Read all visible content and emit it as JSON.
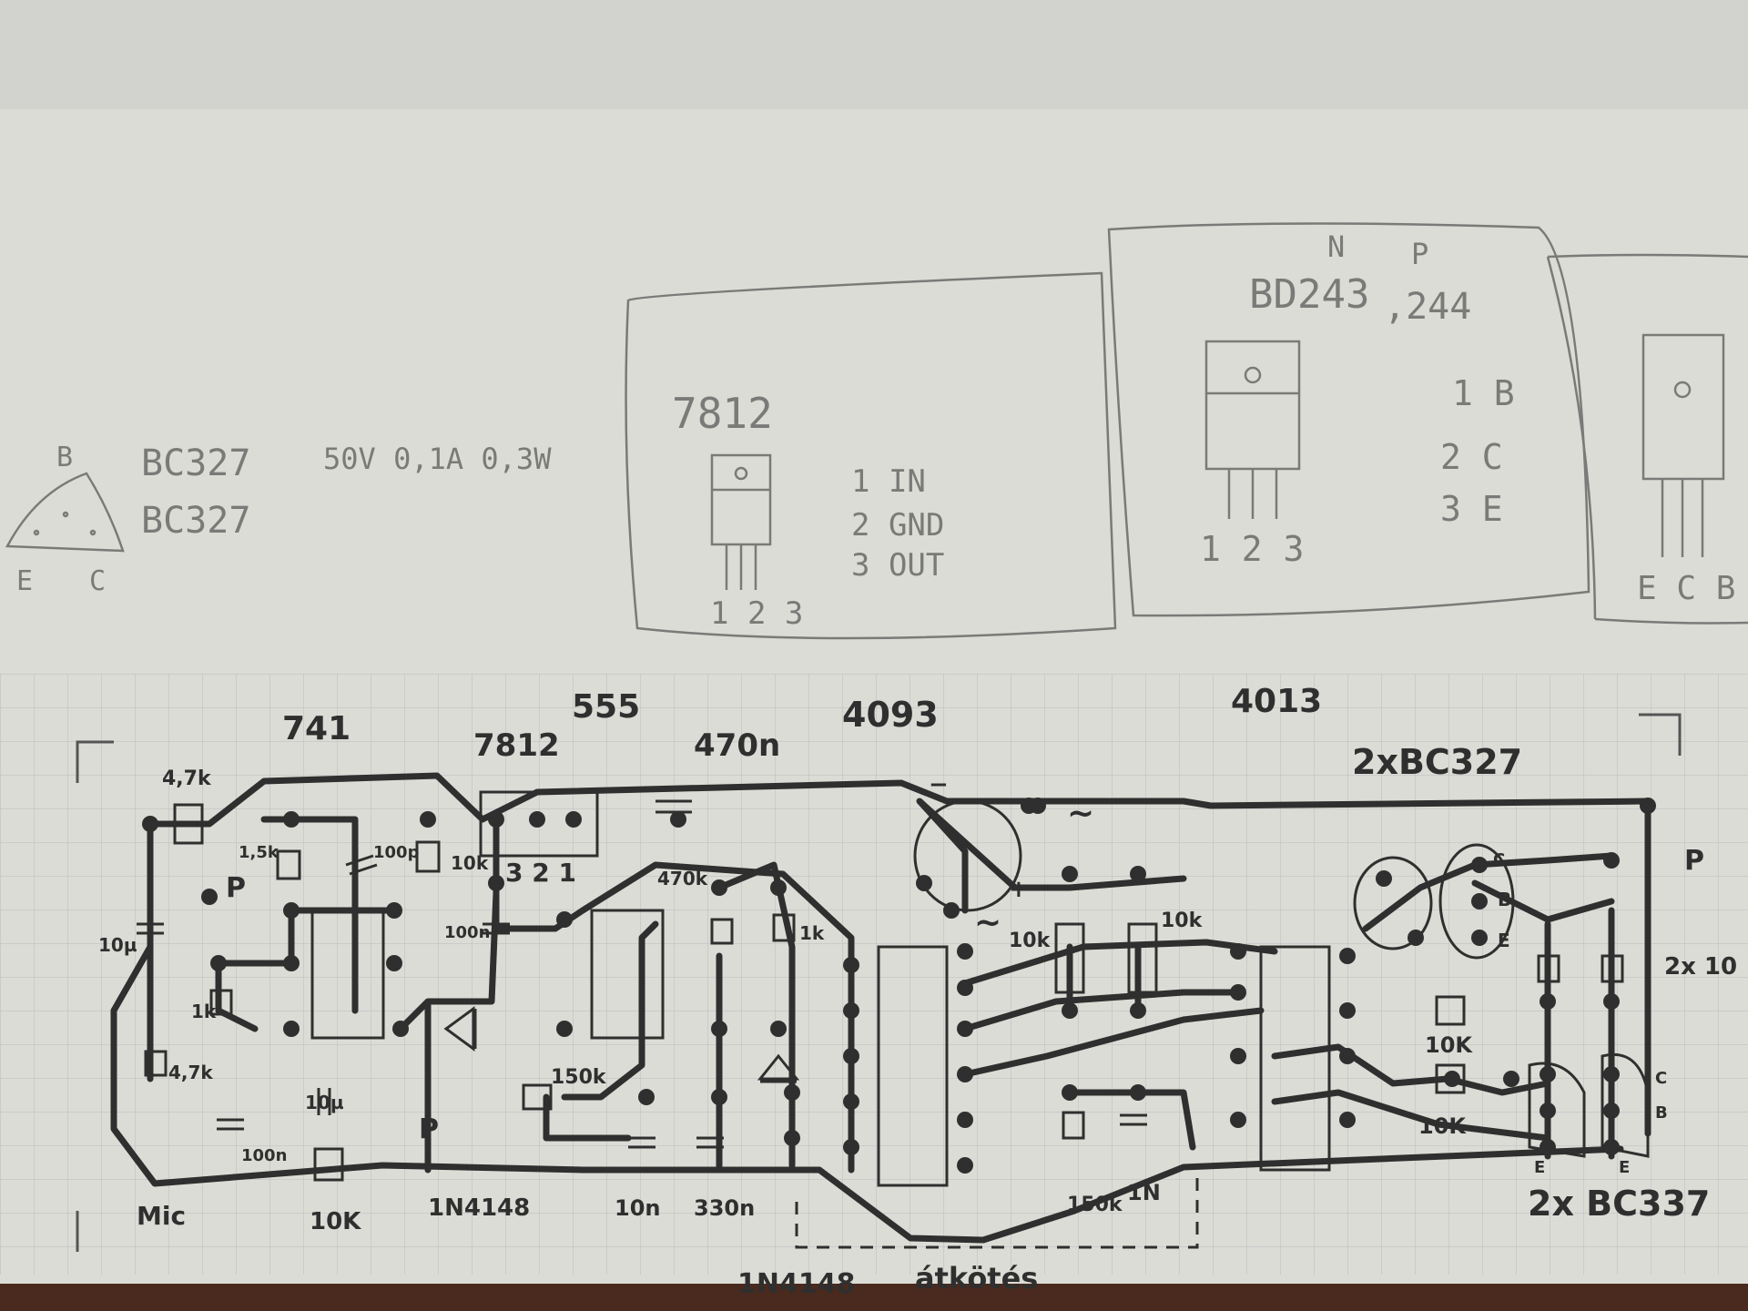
{
  "colors": {
    "paper": "#dcdcd6",
    "pencil": "#7a7a78",
    "ink": "#2f2f2f",
    "grid": "#b9bcc0"
  },
  "sketch": {
    "transistor_to92": {
      "pin_top": "B",
      "pin_left": "E",
      "pin_right": "C",
      "name1": "BC327",
      "name2": "BC327",
      "ratings": "50V  0,1A  0,3W"
    },
    "reg_box": {
      "name": "7812",
      "pin_numbers": "1 2 3",
      "pin1": "1 IN",
      "pin2": "2 GND",
      "pin3": "3 OUT"
    },
    "bd_box": {
      "type_n": "N",
      "type_p": "P",
      "name": "BD243",
      "name2": ",244",
      "pin_numbers": "1 2 3",
      "map1": "1  B",
      "map2": "2  C",
      "map3": "3  E"
    },
    "right_box": {
      "pins": "E C B"
    }
  },
  "board": {
    "ic_labels": [
      "741",
      "7812",
      "555",
      "4093",
      "4013"
    ],
    "cap_470n": "470n",
    "transistors_top": "2xBC327",
    "transistors_bottom": "2x BC337",
    "res_label_right": "2x 10",
    "labels": {
      "r_4k7_top": "4,7k",
      "r_1k5": "1,5k",
      "c_100p": "100p",
      "r_10k_a": "10k",
      "pot_p1": "P",
      "c_10u_a": "10µ",
      "r_1k_a": "1k",
      "r_4k7_b": "4,7k",
      "c_100n_a": "100n",
      "mic": "Mic",
      "c_10u_b": "10µ",
      "r_10k_b": "10K",
      "pot_p2": "P",
      "diode_1n4148": "1N4148",
      "c_100n_b": "100n",
      "pins_321": "3 2 1",
      "r_470k": "470k",
      "r_150k_a": "150k",
      "c_10n": "10n",
      "c_330n": "330n",
      "r_1k_b": "1k",
      "r_10k_c": "10k",
      "r_10k_d": "10k",
      "r_150k_b": "150k",
      "c_1n": "1N",
      "r_10k_e": "10K",
      "r_10k_f": "10K",
      "pot_p3": "P",
      "t_c": "C",
      "t_b": "B",
      "t_e": "E",
      "t_c2": "C",
      "t_b2": "B",
      "t_e2": "E",
      "t_e3": "E",
      "ac1": "~",
      "ac2": "~",
      "plus": "+",
      "minus": "−",
      "bottom_diode": "1N4148",
      "bottom_note": "átkötés"
    }
  }
}
